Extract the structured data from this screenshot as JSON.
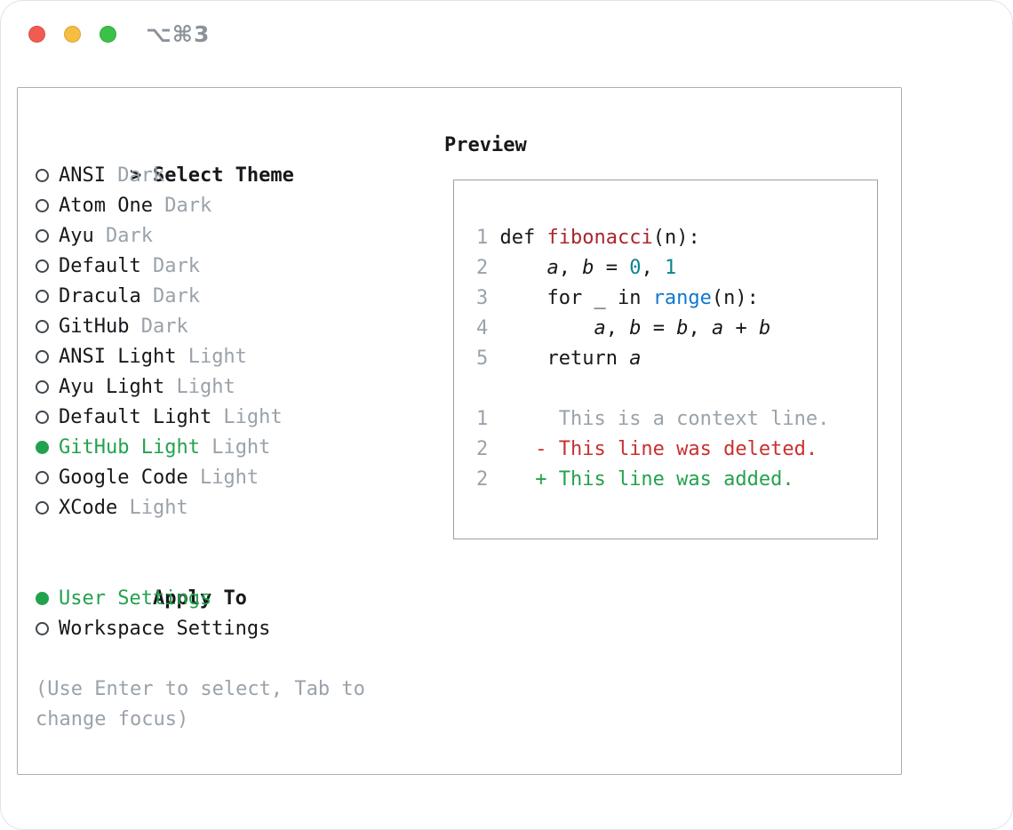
{
  "window": {
    "shortcut_label": "⌥⌘3"
  },
  "selector": {
    "prompt": ">",
    "title": "Select Theme",
    "themes": [
      {
        "name": "ANSI",
        "variant": "Dark",
        "selected": false
      },
      {
        "name": "Atom One",
        "variant": "Dark",
        "selected": false
      },
      {
        "name": "Ayu",
        "variant": "Dark",
        "selected": false
      },
      {
        "name": "Default",
        "variant": "Dark",
        "selected": false
      },
      {
        "name": "Dracula",
        "variant": "Dark",
        "selected": false
      },
      {
        "name": "GitHub",
        "variant": "Dark",
        "selected": false
      },
      {
        "name": "ANSI Light",
        "variant": "Light",
        "selected": false
      },
      {
        "name": "Ayu Light",
        "variant": "Light",
        "selected": false
      },
      {
        "name": "Default Light",
        "variant": "Light",
        "selected": false
      },
      {
        "name": "GitHub Light",
        "variant": "Light",
        "selected": true
      },
      {
        "name": "Google Code",
        "variant": "Light",
        "selected": false
      },
      {
        "name": "XCode",
        "variant": "Light",
        "selected": false
      }
    ],
    "apply_title": "Apply To",
    "apply_options": [
      {
        "label": "User Settings",
        "selected": true
      },
      {
        "label": "Workspace Settings",
        "selected": false
      }
    ],
    "hint": "(Use Enter to select, Tab to change focus)"
  },
  "preview": {
    "title": "Preview",
    "lines": [
      {
        "tokens": [
          [
            "1 ",
            "ln"
          ],
          [
            "def ",
            "p"
          ],
          [
            "fibonacci",
            "fn"
          ],
          [
            "(n):",
            "p"
          ]
        ]
      },
      {
        "tokens": [
          [
            "2 ",
            "ln"
          ],
          [
            "    ",
            "p"
          ],
          [
            "a",
            "v"
          ],
          [
            ", ",
            "p"
          ],
          [
            "b",
            "v"
          ],
          [
            " = ",
            "p"
          ],
          [
            "0",
            "num"
          ],
          [
            ", ",
            "p"
          ],
          [
            "1",
            "num"
          ]
        ]
      },
      {
        "tokens": [
          [
            "3 ",
            "ln"
          ],
          [
            "    for _ in ",
            "p"
          ],
          [
            "range",
            "bi"
          ],
          [
            "(n):",
            "p"
          ]
        ]
      },
      {
        "tokens": [
          [
            "4 ",
            "ln"
          ],
          [
            "        ",
            "p"
          ],
          [
            "a",
            "v"
          ],
          [
            ", ",
            "p"
          ],
          [
            "b",
            "v"
          ],
          [
            " = ",
            "p"
          ],
          [
            "b",
            "v"
          ],
          [
            ", ",
            "p"
          ],
          [
            "a",
            "v"
          ],
          [
            " + ",
            "p"
          ],
          [
            "b",
            "v"
          ]
        ]
      },
      {
        "tokens": [
          [
            "5 ",
            "ln"
          ],
          [
            "    return ",
            "p"
          ],
          [
            "a",
            "v"
          ]
        ]
      },
      {
        "tokens": []
      },
      {
        "tokens": [
          [
            "1",
            "ln"
          ],
          [
            "      This is a context line.",
            "ctx"
          ]
        ]
      },
      {
        "tokens": [
          [
            "2",
            "ln"
          ],
          [
            "    - This line was deleted.",
            "del"
          ]
        ]
      },
      {
        "tokens": [
          [
            "2",
            "ln"
          ],
          [
            "    + This line was added.",
            "add"
          ]
        ]
      }
    ]
  },
  "colors": {
    "accent_green": "#23a24d",
    "deleted_red": "#c9302f",
    "function_red": "#a8262b",
    "number_teal": "#0d8390",
    "builtin_blue": "#1177d1",
    "muted_gray": "#9aa2aa",
    "text": "#16181b",
    "panel_border": "#a6afb8",
    "preview_border": "#98a1aa",
    "traffic_red": "#f05c52",
    "traffic_yellow": "#f5bd42",
    "traffic_green": "#3bc148"
  }
}
